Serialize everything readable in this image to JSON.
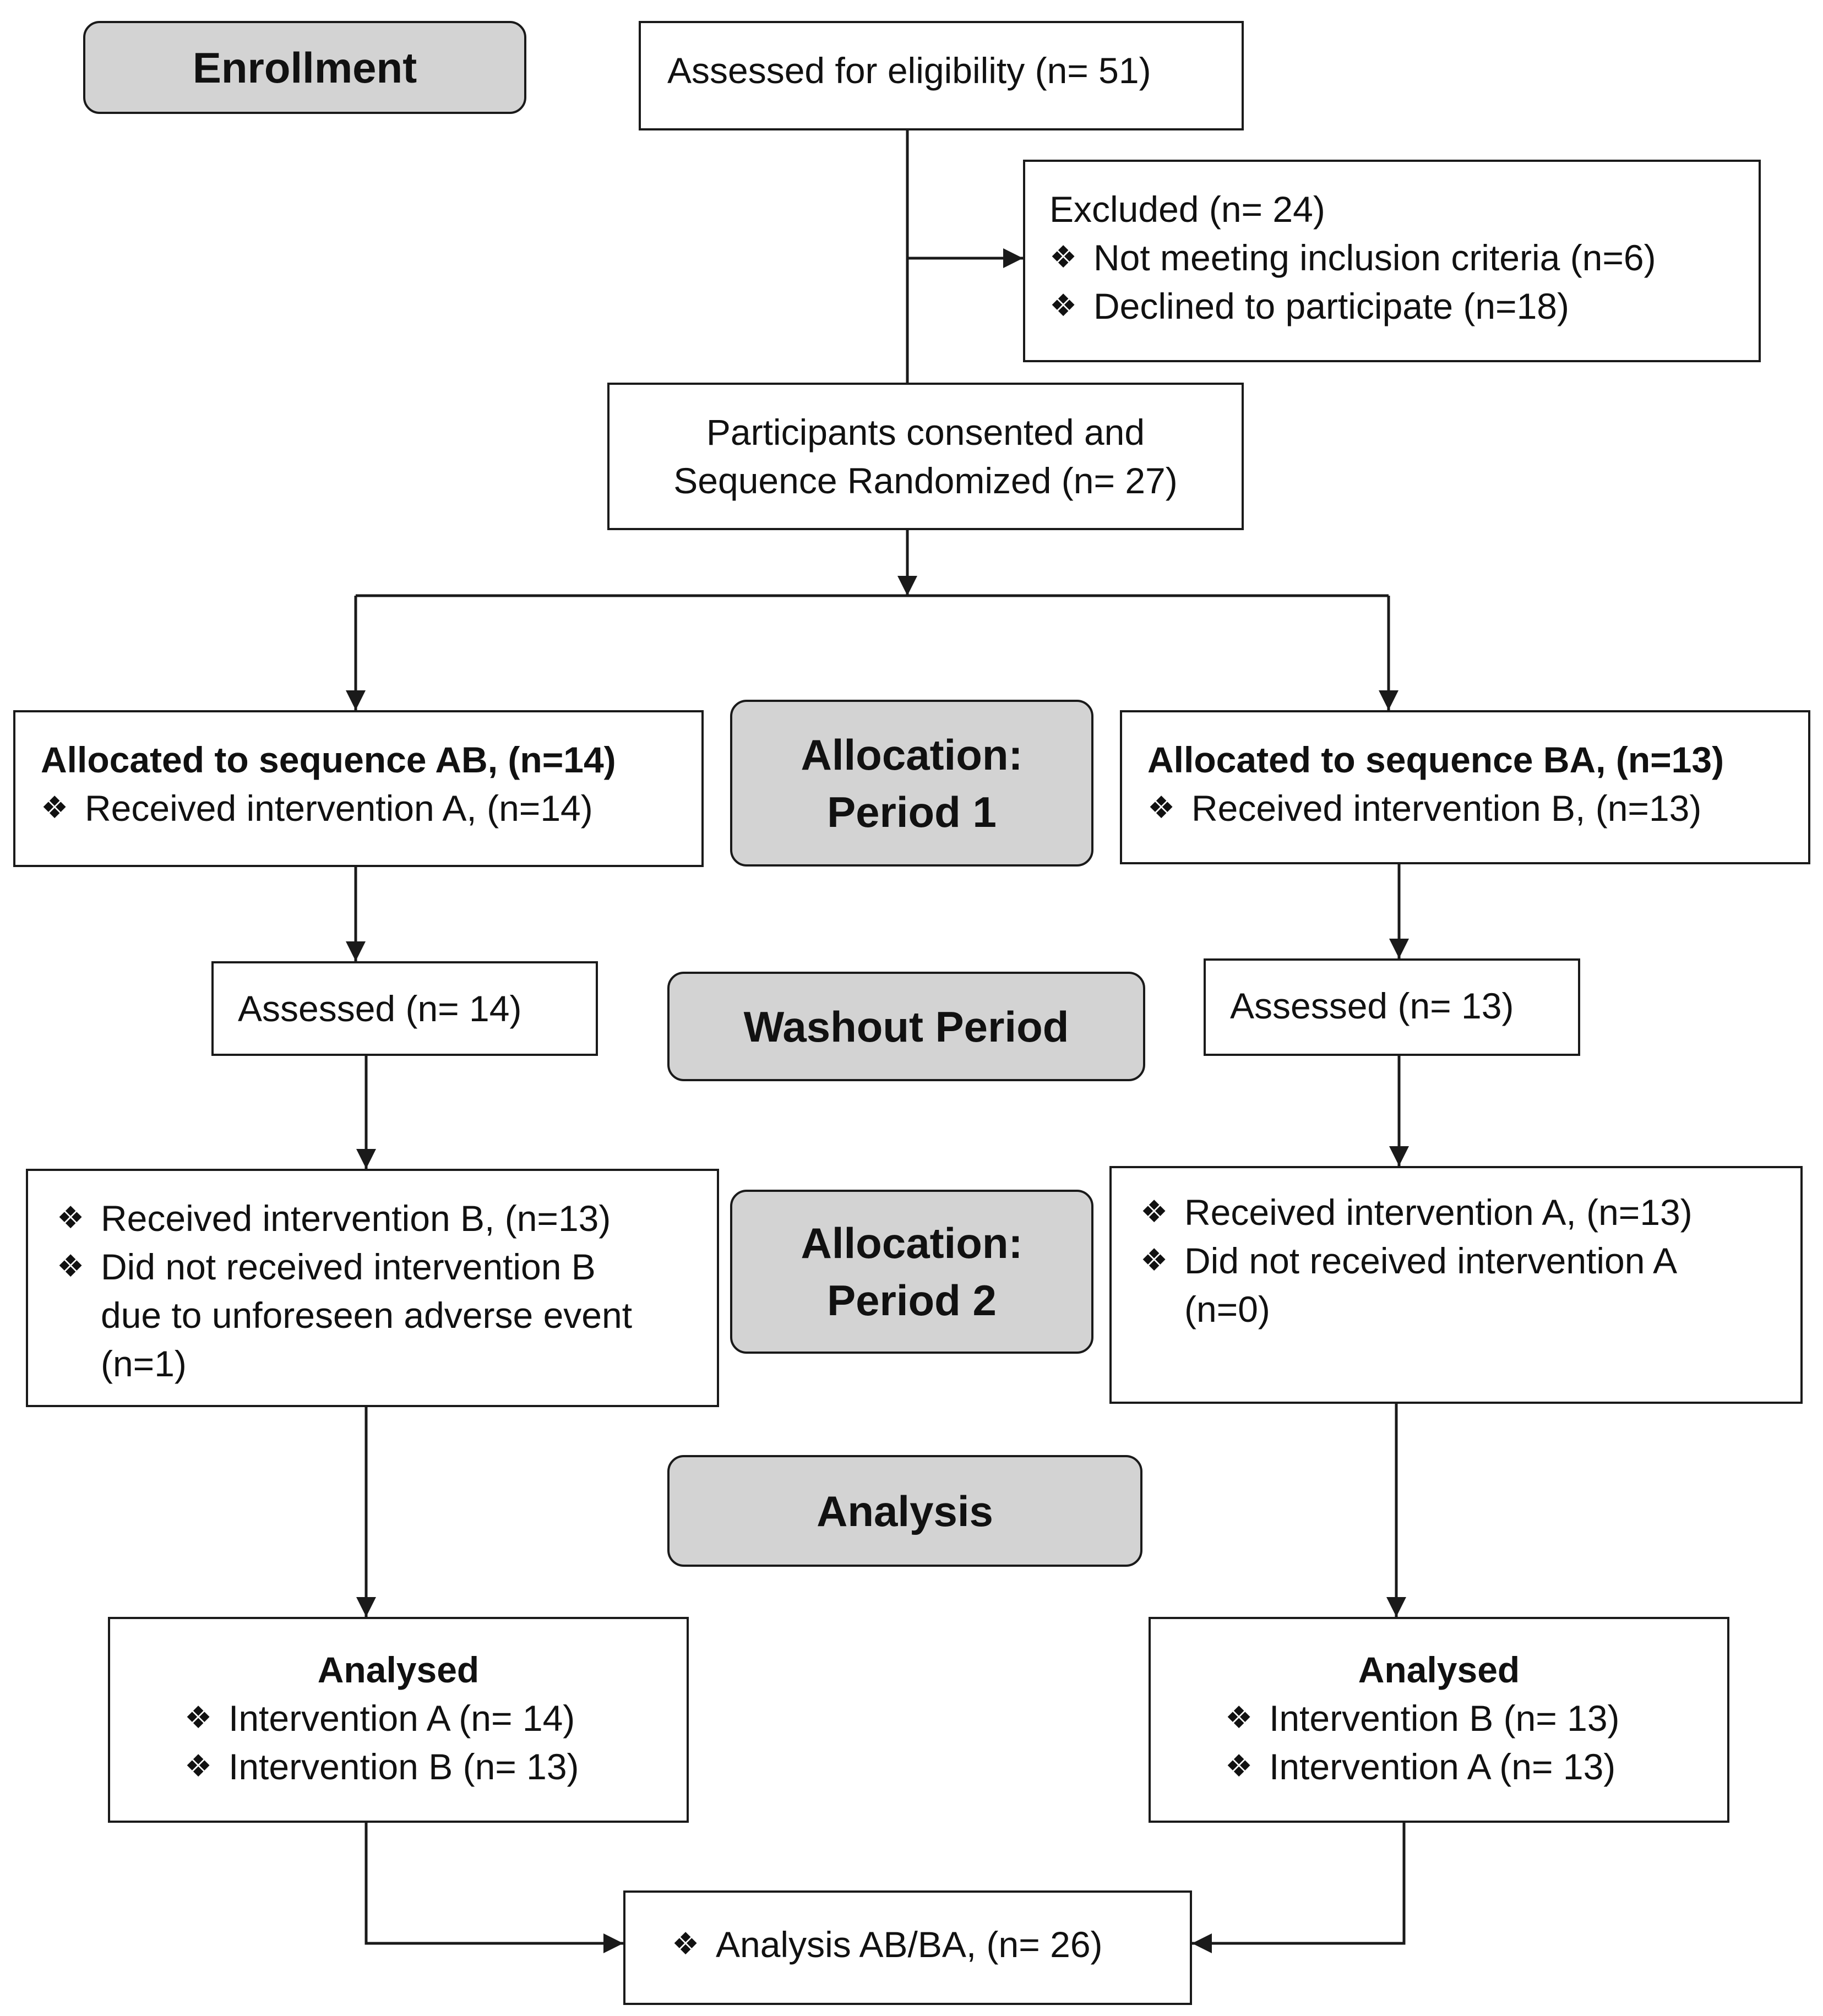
{
  "stages": {
    "enrollment": "Enrollment",
    "allocation1": [
      "Allocation:",
      "Period 1"
    ],
    "washout": "Washout Period",
    "allocation2": [
      "Allocation:",
      "Period 2"
    ],
    "analysis": "Analysis"
  },
  "boxes": {
    "assessed": "Assessed for eligibility (n= 51)",
    "excluded": {
      "title": "Excluded (n= 24)",
      "items": [
        "Not meeting inclusion criteria (n=6)",
        "Declined to participate (n=18)"
      ]
    },
    "randomized": [
      "Participants consented and",
      "Sequence Randomized (n= 27)"
    ],
    "seq_ab": {
      "title": "Allocated to sequence AB, (n=14)",
      "items": [
        "Received intervention A, (n=14)"
      ]
    },
    "seq_ba": {
      "title": "Allocated to sequence BA, (n=13)",
      "items": [
        "Received intervention B, (n=13)"
      ]
    },
    "assessed_ab": "Assessed (n= 14)",
    "assessed_ba": "Assessed (n= 13)",
    "period2_ab": [
      [
        "Received intervention B, (n=13)"
      ],
      [
        "Did not received intervention B",
        "due to unforeseen adverse event",
        "(n=1)"
      ]
    ],
    "period2_ba": [
      [
        "Received intervention A, (n=13)"
      ],
      [
        "Did not received intervention A",
        "(n=0)"
      ]
    ],
    "analysed_ab": {
      "title": "Analysed",
      "items": [
        "Intervention A (n= 14)",
        "Intervention B (n= 13)"
      ]
    },
    "analysed_ba": {
      "title": "Analysed",
      "items": [
        "Intervention B (n= 13)",
        "Intervention A (n= 13)"
      ]
    },
    "final": "Analysis AB/BA, (n= 26)"
  },
  "bullet_icon": "four-diamond-bullet-icon",
  "colors": {
    "stage_fill": "#d3d3d3",
    "stroke": "#1a1a1a"
  }
}
